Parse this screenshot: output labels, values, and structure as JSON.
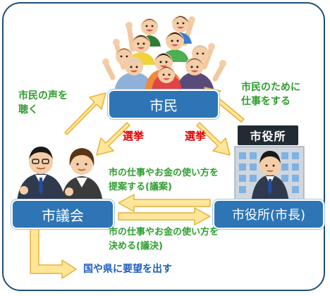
{
  "nodes": {
    "citizens": "市民",
    "council": "市議会",
    "city_office": "市役所(市長)"
  },
  "building_sign": "市役所",
  "labels": {
    "listen_line1": "市民の声を",
    "listen_line2": "聴く",
    "work_line1": "市民のために",
    "work_line2": "仕事をする",
    "election_left": "選挙",
    "election_right": "選挙",
    "propose_line1": "市の仕事やお金の使い方を",
    "propose_line2": "提案する(議案)",
    "decide_line1": "市の仕事やお金の使い方を",
    "decide_line2": "決める(議決)",
    "request": "国や県に要望を出す"
  },
  "colors": {
    "box_fill": "#2e75b6",
    "arrow_fill": "#ffe699",
    "arrow_stroke": "#e8b13a",
    "green_text": "#2e9e2e",
    "red_text": "#e00000",
    "blue_text": "#1f5fbf",
    "frame": "#1f4e79"
  }
}
